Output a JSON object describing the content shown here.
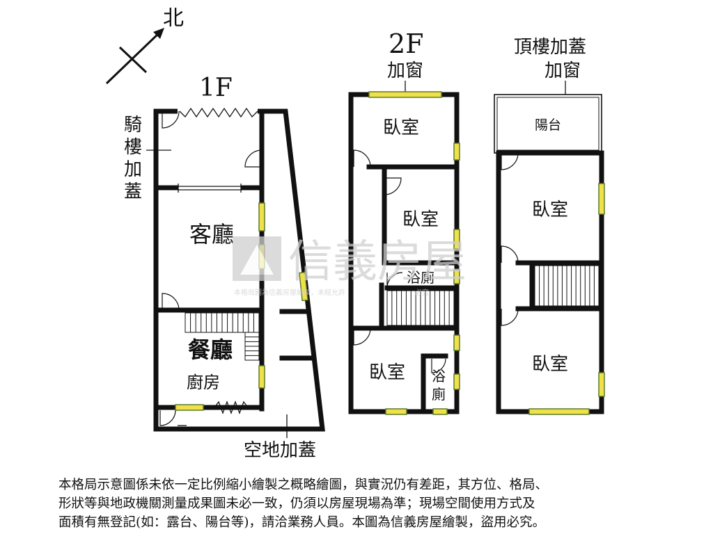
{
  "compass": {
    "north_label": "北"
  },
  "floors": {
    "f1": {
      "title": "1F",
      "arcade_label": "騎\n樓\n加\n蓋",
      "living_room": "客廳",
      "dining_room": "餐廳",
      "kitchen": "廚房",
      "yard_label": "空地加蓋"
    },
    "f2": {
      "title": "2F",
      "window_add": "加窗",
      "bedroom_top": "臥室",
      "bedroom_mid": "臥室",
      "bathroom_mid": "浴廁",
      "bedroom_bottom": "臥室",
      "bathroom_small": "浴\n廁"
    },
    "roof": {
      "title": "頂樓加蓋",
      "window_add": "加窗",
      "balcony": "陽台",
      "bedroom_top": "臥室",
      "bedroom_bottom": "臥室"
    }
  },
  "watermark": {
    "brand": "信義房屋",
    "notice": "本格局圖為信義房屋繪製，未經允許　　　　　　　　　　必究"
  },
  "disclaimer": {
    "line1": "本格局示意圖係未依一定比例縮小繪製之概略繪圖，與實況仍有差距，其方位、格局、",
    "line2": "形狀等與地政機關測量成果圖未必一致，仍須以房屋現場為準；現場空間使用方式及",
    "line3": "面積有無登記(如：露台、陽台等)，請洽業務人員。本圖為信義房屋繪製，盜用必究。"
  },
  "colors": {
    "wall": "#111111",
    "window_fill": "#f0e04a",
    "window_stroke": "#5a7a2a",
    "watermark": "#cfcfcf"
  }
}
